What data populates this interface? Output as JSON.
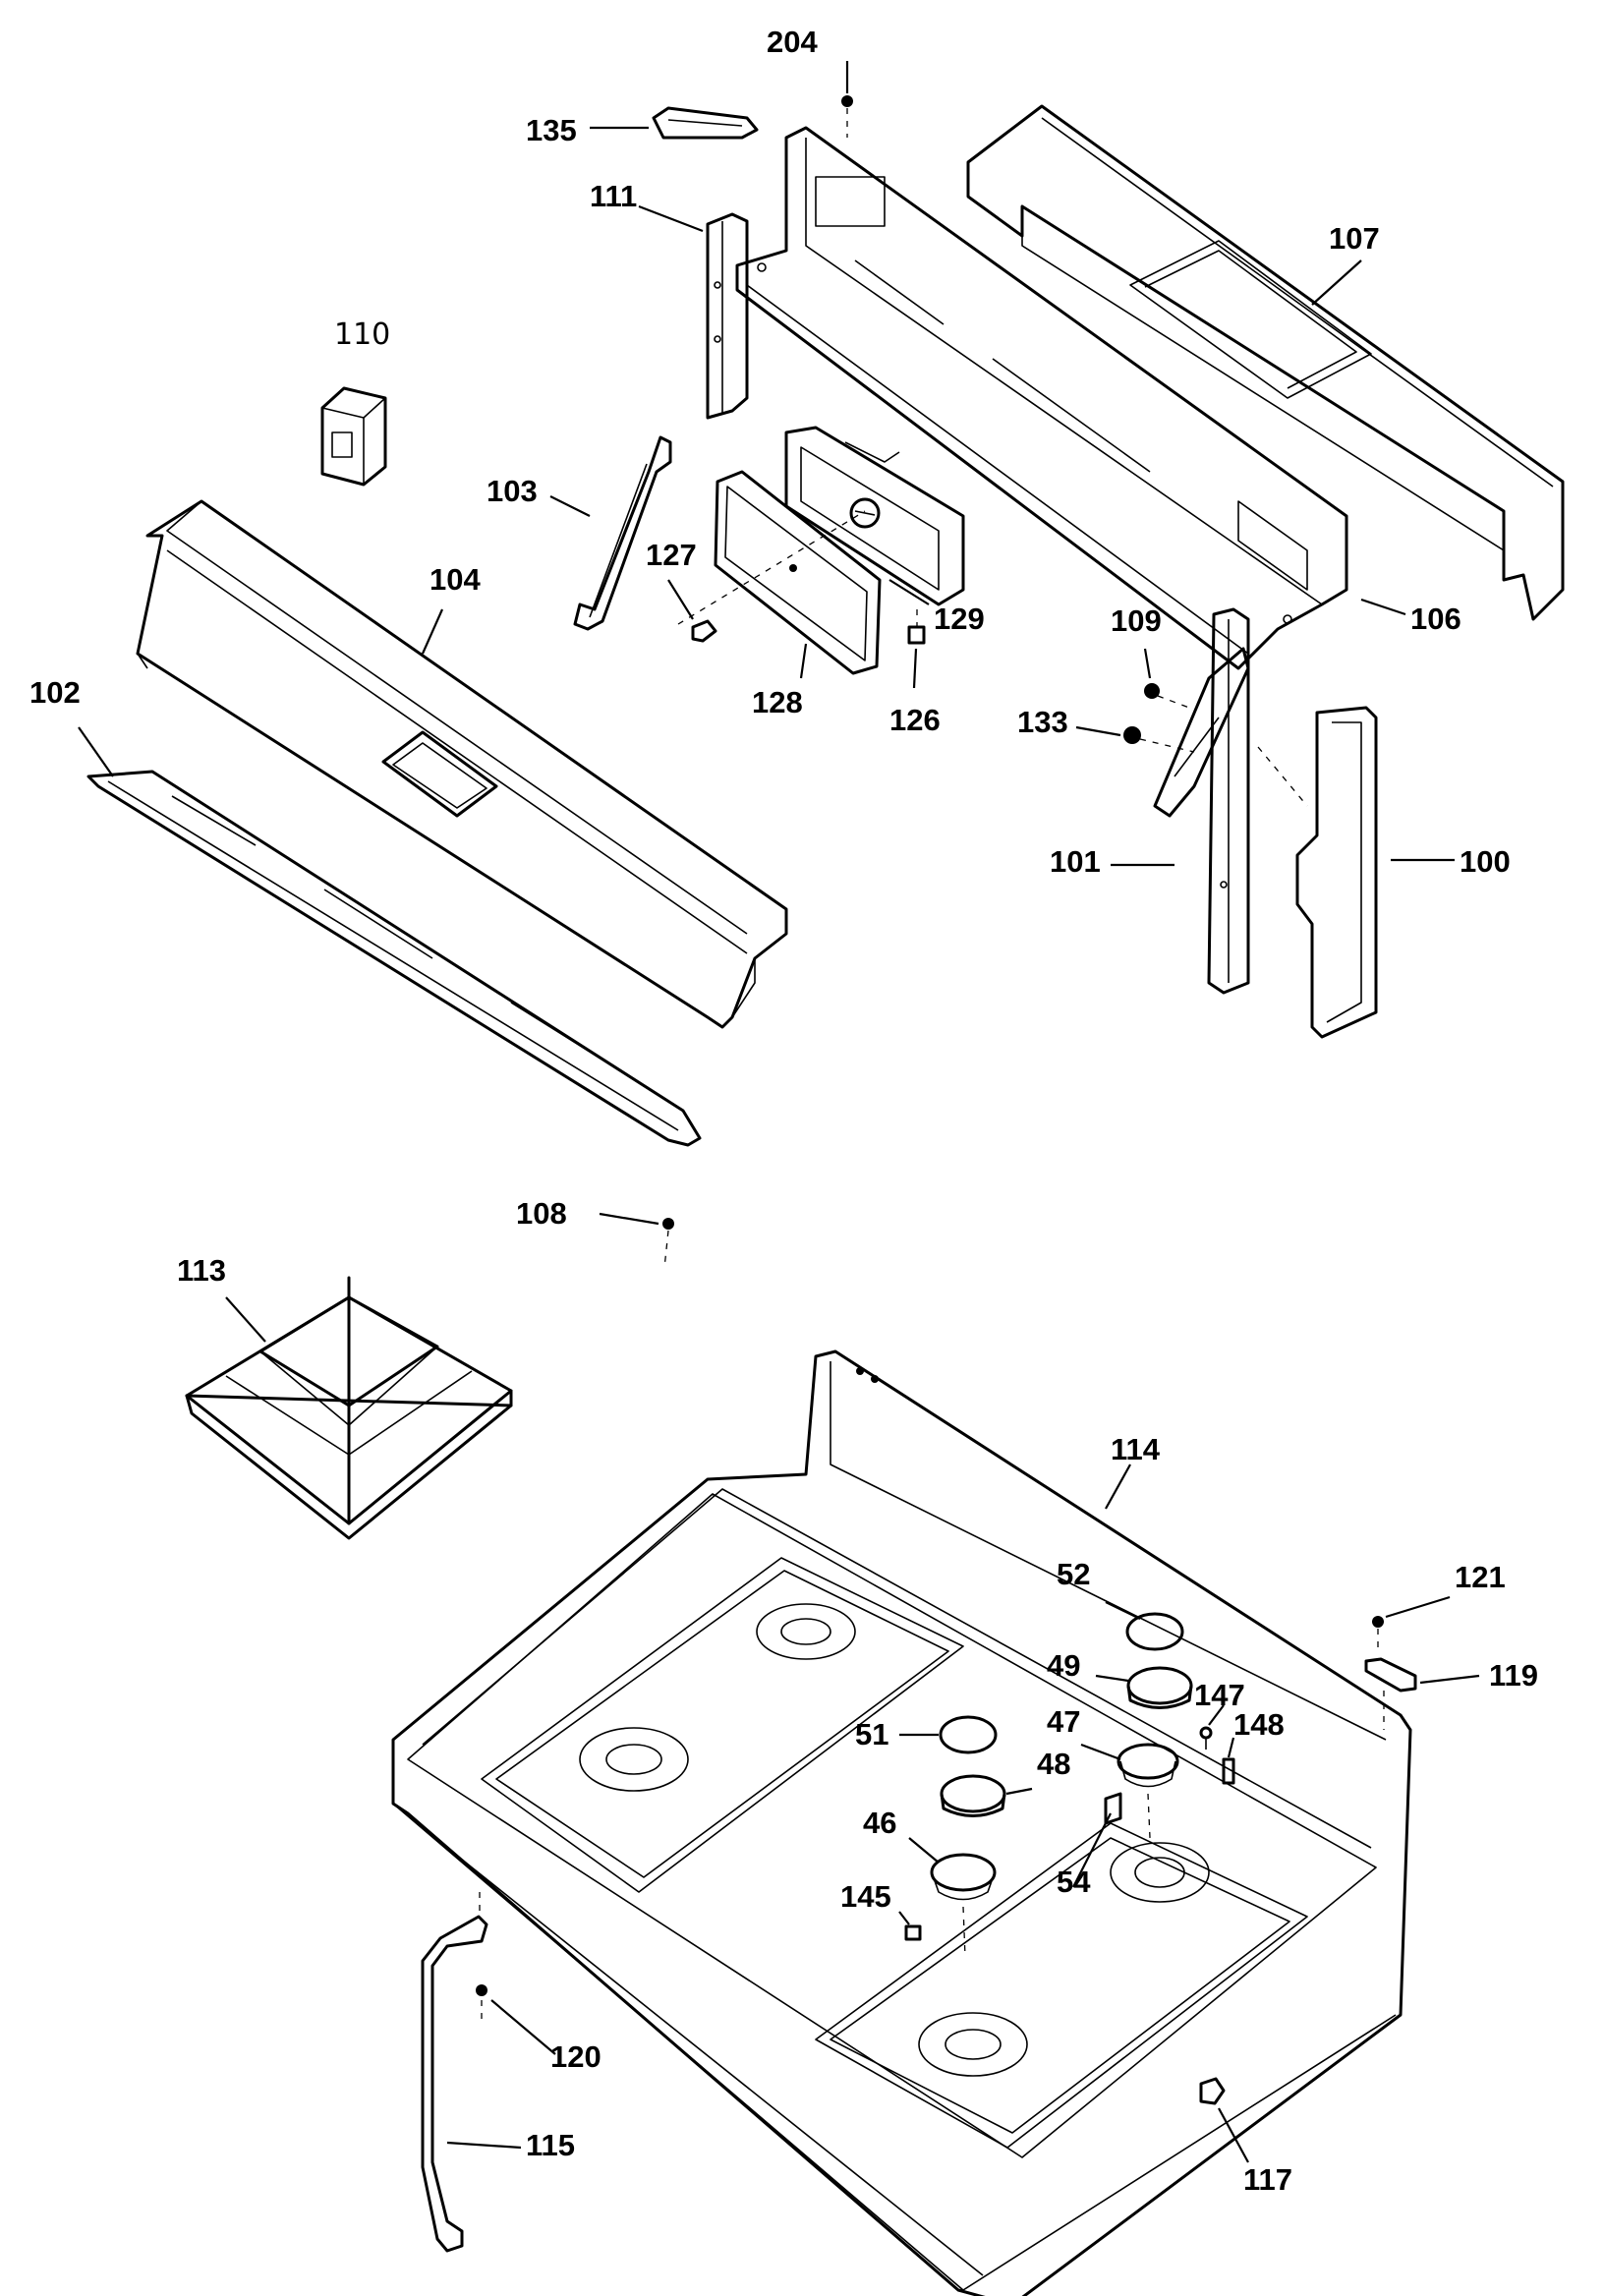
{
  "callouts": {
    "c204": "204",
    "c135": "135",
    "c111": "111",
    "c107": "107",
    "c110": "110",
    "c103": "103",
    "c127": "127",
    "c104": "104",
    "c129": "129",
    "c106": "106",
    "c109": "109",
    "c102": "102",
    "c128": "128",
    "c126": "126",
    "c133": "133",
    "c101": "101",
    "c100": "100",
    "c108": "108",
    "c113": "113",
    "c114": "114",
    "c52": "52",
    "c121": "121",
    "c49": "49",
    "c119": "119",
    "c147": "147",
    "c47": "47",
    "c148": "148",
    "c51": "51",
    "c48": "48",
    "c46": "46",
    "c54": "54",
    "c145": "145",
    "c120": "120",
    "c115": "115",
    "c117": "117"
  }
}
